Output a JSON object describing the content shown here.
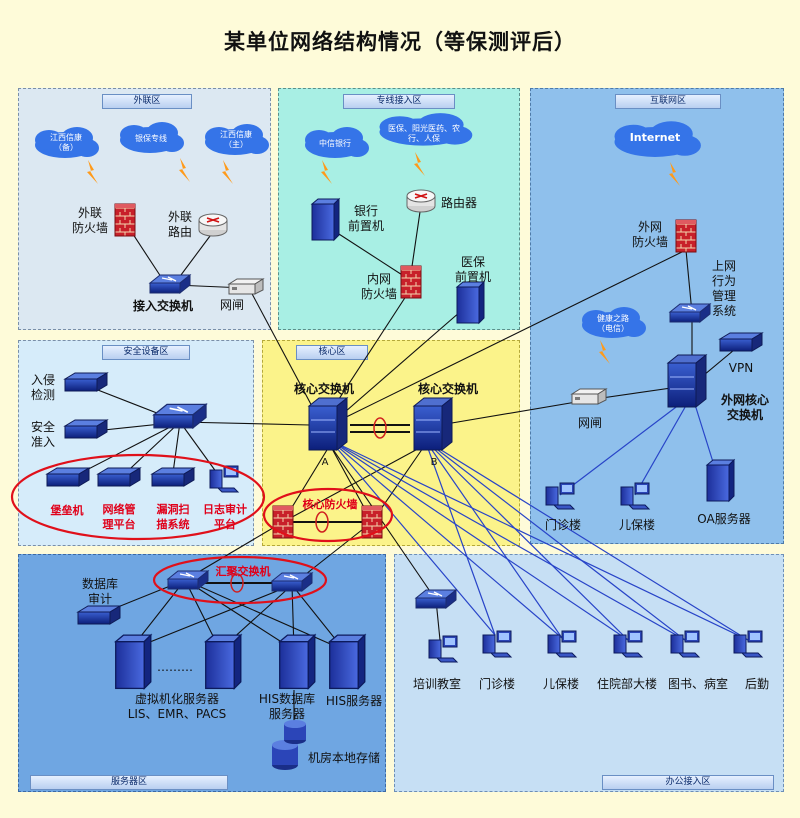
{
  "title": "某单位网络结构情况（等保测评后）",
  "zones": {
    "external": "外联区",
    "dedicated": "专线接入区",
    "internet": "互联网区",
    "security": "安全设备区",
    "core": "核心区",
    "server": "服务器区",
    "office": "办公接入区"
  },
  "clouds": {
    "jx_xinkang": "江西信康\n（备）",
    "yinbao": "银保专线",
    "jx_xinkang_main": "江西信康\n（主）",
    "zhongxin_bank": "中信银行",
    "yibao": "医保、阳光医药、农\n行、人保",
    "internet": "Internet",
    "health_road": "健康之路\n（电信）"
  },
  "labels": {
    "ext_firewall": "外联\n防火墙",
    "ext_router": "外联\n路由",
    "access_switch": "接入交换机",
    "gateway1": "网闸",
    "bank_front": "银行\n前置机",
    "router": "路由器",
    "inner_firewall": "内网\n防火墙",
    "yibao_front": "医保\n前置机",
    "outer_firewall": "外网\n防火墙",
    "behavior_mgmt": "上网\n行为\n管理\n系统",
    "vpn": "VPN",
    "outer_core": "外网核心\n交换机",
    "gateway2": "网闸",
    "clinic_building_out": "门诊楼",
    "child_building_out": "儿保楼",
    "oa_server": "OA服务器",
    "intrusion": "入侵\n检测",
    "secure_access": "安全\n准入",
    "bastion": "堡垒机",
    "netmgmt": "网络管\n理平台",
    "vulscan": "漏洞扫\n描系统",
    "logaudit": "日志审计\n平台",
    "core_switch_a_label": "核心交换机",
    "core_switch_b_label": "核心交换机",
    "a": "A",
    "b": "B",
    "core_firewall": "核心防火墙",
    "agg_switch": "汇聚交换机",
    "db_audit": "数据库\n审计",
    "dots": "………",
    "virtual_servers": "虚拟机化服务器\nLIS、EMR、PACS",
    "his_db": "HIS数据库\n服务器",
    "his_server": "HIS服务器",
    "storage": "机房本地存储",
    "training": "培训教室",
    "clinic": "门诊楼",
    "child": "儿保楼",
    "inpatient": "住院部大楼",
    "library": "图书、病室",
    "logistics": "后勤"
  }
}
